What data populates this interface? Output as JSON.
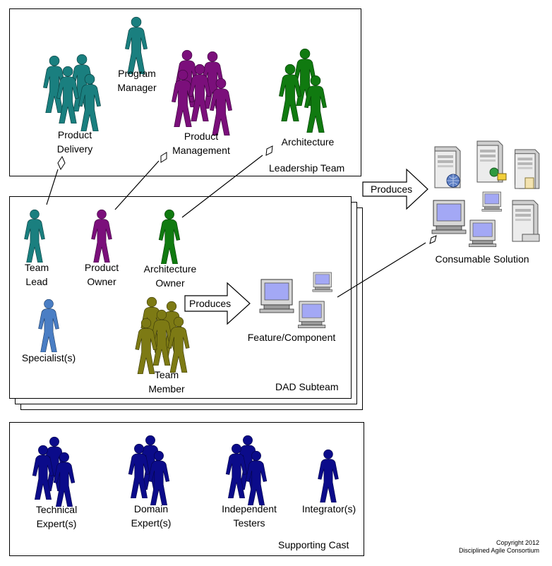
{
  "leadership": {
    "title": "Leadership Team",
    "product_delivery": [
      "Product",
      "Delivery"
    ],
    "program_manager": [
      "Program",
      "Manager"
    ],
    "product_management": [
      "Product",
      "Management"
    ],
    "architecture": "Architecture"
  },
  "subteam": {
    "title": "DAD Subteam",
    "team_lead": [
      "Team",
      "Lead"
    ],
    "product_owner": [
      "Product",
      "Owner"
    ],
    "architecture_owner": [
      "Architecture",
      "Owner"
    ],
    "specialists": "Specialist(s)",
    "team_member": [
      "Team",
      "Member"
    ],
    "produces": "Produces",
    "feature_component": "Feature/Component"
  },
  "solution": {
    "produces": "Produces",
    "label": "Consumable Solution"
  },
  "supporting": {
    "title": "Supporting Cast",
    "technical_experts": [
      "Technical",
      "Expert(s)"
    ],
    "domain_experts": [
      "Domain",
      "Expert(s)"
    ],
    "independent_testers": [
      "Independent",
      "Testers"
    ],
    "integrators": "Integrator(s)"
  },
  "copyright": [
    "Copyright 2012",
    "Disciplined Agile Consortium"
  ],
  "colors": {
    "teal": "#1a7f7f",
    "purple": "#7b0f7b",
    "green": "#107a10",
    "blue": "#4a7ec4",
    "olive": "#7d7a14",
    "navy": "#0b0b8a"
  }
}
